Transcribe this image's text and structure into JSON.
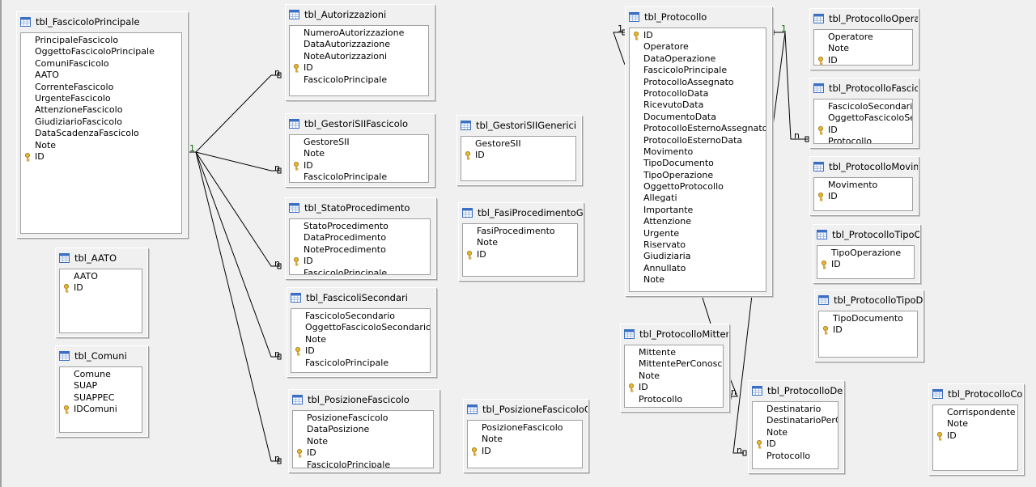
{
  "relation_labels": {
    "one": "1",
    "many": "n"
  },
  "colors": {
    "background": "#f0f0f0",
    "key_icon": "#d9a520",
    "table_icon": "#3a6fc4"
  },
  "tables": [
    {
      "title": "tbl_FascicoloPrincipale",
      "fields": [
        {
          "name": "PrincipaleFascicolo",
          "key": false
        },
        {
          "name": "OggettoFascicoloPrincipale",
          "key": false
        },
        {
          "name": "ComuniFascicolo",
          "key": false
        },
        {
          "name": "AATO",
          "key": false
        },
        {
          "name": "CorrenteFascicolo",
          "key": false
        },
        {
          "name": "UrgenteFascicolo",
          "key": false
        },
        {
          "name": "AttenzioneFascicolo",
          "key": false
        },
        {
          "name": "GiudiziarioFascicolo",
          "key": false
        },
        {
          "name": "DataScadenzaFascicolo",
          "key": false
        },
        {
          "name": "Note",
          "key": false
        },
        {
          "name": "ID",
          "key": true
        }
      ]
    },
    {
      "title": "tbl_Autorizzazioni",
      "fields": [
        {
          "name": "NumeroAutorizzazione",
          "key": false
        },
        {
          "name": "DataAutorizzazione",
          "key": false
        },
        {
          "name": "NoteAutorizzazioni",
          "key": false
        },
        {
          "name": "ID",
          "key": true
        },
        {
          "name": "FascicoloPrincipale",
          "key": false
        }
      ]
    },
    {
      "title": "tbl_GestoriSIIFascicolo",
      "fields": [
        {
          "name": "GestoreSII",
          "key": false
        },
        {
          "name": "Note",
          "key": false
        },
        {
          "name": "ID",
          "key": true
        },
        {
          "name": "FascicoloPrincipale",
          "key": false
        }
      ]
    },
    {
      "title": "tbl_StatoProcedimento",
      "fields": [
        {
          "name": "StatoProcedimento",
          "key": false
        },
        {
          "name": "DataProcedimento",
          "key": false
        },
        {
          "name": "NoteProcedimento",
          "key": false
        },
        {
          "name": "ID",
          "key": true
        },
        {
          "name": "FascicoloPrincipale",
          "key": false
        }
      ]
    },
    {
      "title": "tbl_FascicoliSecondari",
      "fields": [
        {
          "name": "FascicoloSecondario",
          "key": false
        },
        {
          "name": "OggettoFascicoloSecondario",
          "key": false
        },
        {
          "name": "Note",
          "key": false
        },
        {
          "name": "ID",
          "key": true
        },
        {
          "name": "FascicoloPrincipale",
          "key": false
        }
      ]
    },
    {
      "title": "tbl_PosizioneFascicolo",
      "fields": [
        {
          "name": "PosizioneFascicolo",
          "key": false
        },
        {
          "name": "DataPosizione",
          "key": false
        },
        {
          "name": "Note",
          "key": false
        },
        {
          "name": "ID",
          "key": true
        },
        {
          "name": "FascicoloPrincipale",
          "key": false
        }
      ]
    },
    {
      "title": "tbl_GestoriSIIGenerici",
      "fields": [
        {
          "name": "GestoreSII",
          "key": false
        },
        {
          "name": "ID",
          "key": true
        }
      ]
    },
    {
      "title": "tbl_FasiProcedimentoGen",
      "fields": [
        {
          "name": "FasiProcedimento",
          "key": false
        },
        {
          "name": "Note",
          "key": false
        },
        {
          "name": "ID",
          "key": true
        }
      ]
    },
    {
      "title": "tbl_PosizioneFascicoloGe",
      "fields": [
        {
          "name": "PosizioneFascicolo",
          "key": false
        },
        {
          "name": "Note",
          "key": false
        },
        {
          "name": "ID",
          "key": true
        }
      ]
    },
    {
      "title": "tbl_AATO",
      "fields": [
        {
          "name": "AATO",
          "key": false
        },
        {
          "name": "ID",
          "key": true
        }
      ]
    },
    {
      "title": "tbl_Comuni",
      "fields": [
        {
          "name": "Comune",
          "key": false
        },
        {
          "name": "SUAP",
          "key": false
        },
        {
          "name": "SUAPPEC",
          "key": false
        },
        {
          "name": "IDComuni",
          "key": true
        }
      ]
    },
    {
      "title": "tbl_Protocollo",
      "fields": [
        {
          "name": "ID",
          "key": true
        },
        {
          "name": "Operatore",
          "key": false
        },
        {
          "name": "DataOperazione",
          "key": false
        },
        {
          "name": "FascicoloPrincipale",
          "key": false
        },
        {
          "name": "ProtocolloAssegnato",
          "key": false
        },
        {
          "name": "ProtocolloData",
          "key": false
        },
        {
          "name": "RicevutoData",
          "key": false
        },
        {
          "name": "DocumentoData",
          "key": false
        },
        {
          "name": "ProtocolloEsternoAssegnato",
          "key": false
        },
        {
          "name": "ProtocolloEsternoData",
          "key": false
        },
        {
          "name": "Movimento",
          "key": false
        },
        {
          "name": "TipoDocumento",
          "key": false
        },
        {
          "name": "TipoOperazione",
          "key": false
        },
        {
          "name": "OggettoProtocollo",
          "key": false
        },
        {
          "name": "Allegati",
          "key": false
        },
        {
          "name": "Importante",
          "key": false
        },
        {
          "name": "Attenzione",
          "key": false
        },
        {
          "name": "Urgente",
          "key": false
        },
        {
          "name": "Riservato",
          "key": false
        },
        {
          "name": "Giudiziaria",
          "key": false
        },
        {
          "name": "Annullato",
          "key": false
        },
        {
          "name": "Note",
          "key": false
        }
      ]
    },
    {
      "title": "tbl_ProtocolloOperat",
      "fields": [
        {
          "name": "Operatore",
          "key": false
        },
        {
          "name": "Note",
          "key": false
        },
        {
          "name": "ID",
          "key": true
        }
      ]
    },
    {
      "title": "tbl_ProtocolloFascico",
      "fields": [
        {
          "name": "FascicoloSecondario",
          "key": false
        },
        {
          "name": "OggettoFascicoloSeco",
          "key": false
        },
        {
          "name": "ID",
          "key": true
        },
        {
          "name": "Protocollo",
          "key": false
        }
      ]
    },
    {
      "title": "tbl_ProtocolloMovim",
      "fields": [
        {
          "name": "Movimento",
          "key": false
        },
        {
          "name": "ID",
          "key": true
        }
      ]
    },
    {
      "title": "tbl_ProtocolloTipoOp",
      "fields": [
        {
          "name": "TipoOperazione",
          "key": false
        },
        {
          "name": "ID",
          "key": true
        }
      ]
    },
    {
      "title": "tbl_ProtocolloTipoDo",
      "fields": [
        {
          "name": "TipoDocumento",
          "key": false
        },
        {
          "name": "ID",
          "key": true
        }
      ]
    },
    {
      "title": "tbl_ProtocolloMitten",
      "fields": [
        {
          "name": "Mittente",
          "key": false
        },
        {
          "name": "MittentePerConosce",
          "key": false
        },
        {
          "name": "Note",
          "key": false
        },
        {
          "name": "ID",
          "key": true
        },
        {
          "name": "Protocollo",
          "key": false
        }
      ]
    },
    {
      "title": "tbl_ProtocolloDest",
      "fields": [
        {
          "name": "Destinatario",
          "key": false
        },
        {
          "name": "DestinatarioPerCo",
          "key": false
        },
        {
          "name": "Note",
          "key": false
        },
        {
          "name": "ID",
          "key": true
        },
        {
          "name": "Protocollo",
          "key": false
        }
      ]
    },
    {
      "title": "tbl_ProtocolloCo",
      "fields": [
        {
          "name": "Corrispondente",
          "key": false
        },
        {
          "name": "Note",
          "key": false
        },
        {
          "name": "ID",
          "key": true
        }
      ]
    }
  ]
}
